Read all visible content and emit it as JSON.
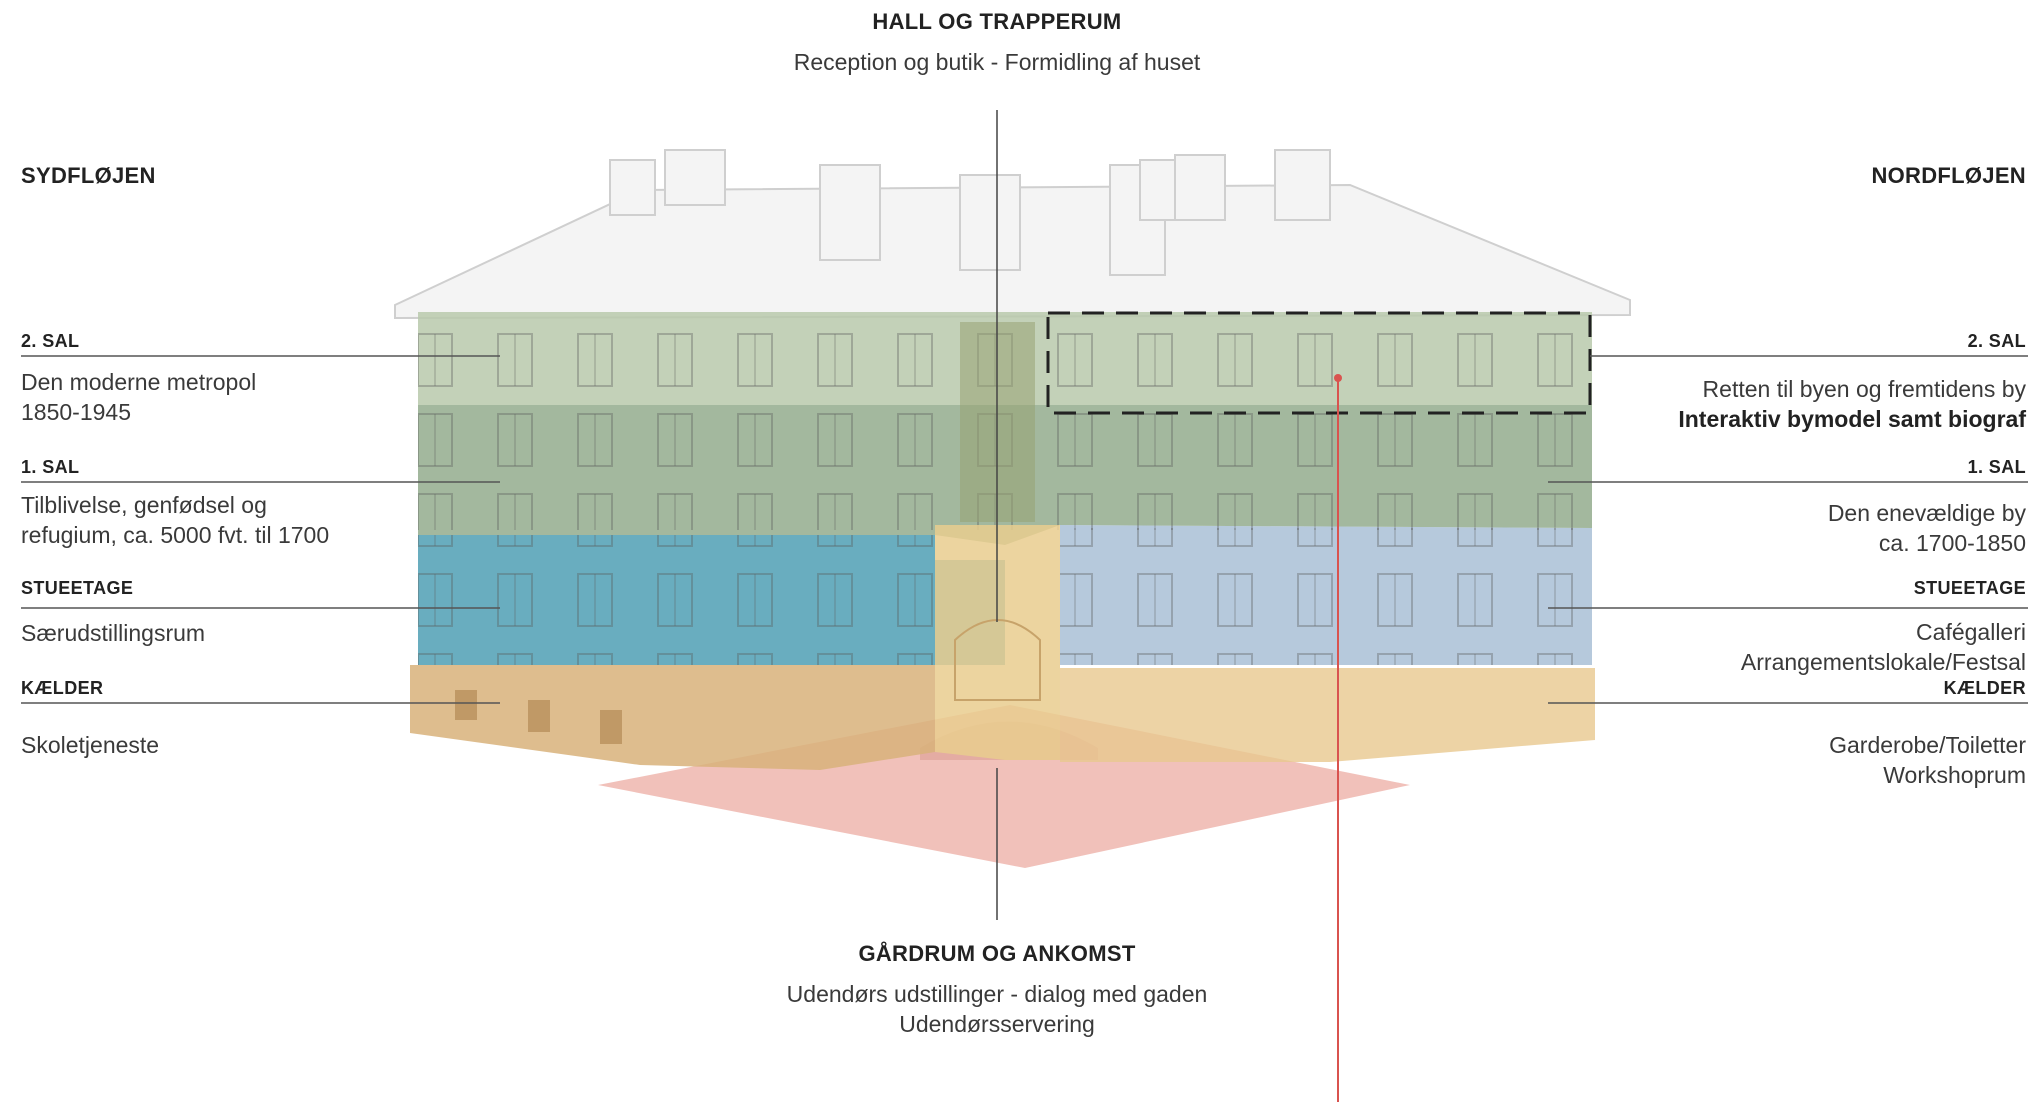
{
  "top": {
    "title": "HALL OG TRAPPERUM",
    "subtitle": "Reception og butik - Formidling af huset"
  },
  "bottom": {
    "title": "GÅRDRUM OG ANKOMST",
    "line1": "Udendørs udstillinger - dialog med gaden",
    "line2": "Udendørsservering"
  },
  "left": {
    "wing": "SYDFLØJEN",
    "levels": [
      {
        "label": "2. SAL",
        "line1": "Den moderne metropol",
        "line2": "1850-1945"
      },
      {
        "label": "1. SAL",
        "line1": "Tilblivelse, genfødsel og",
        "line2": "refugium, ca. 5000 fvt. til 1700"
      },
      {
        "label": "STUEETAGE",
        "line1": "Særudstillingsrum",
        "line2": ""
      },
      {
        "label": "KÆLDER",
        "line1": "Skoletjeneste",
        "line2": ""
      }
    ]
  },
  "right": {
    "wing": "NORDFLØJEN",
    "levels": [
      {
        "label": "2. SAL",
        "line1": "Retten til byen og fremtidens by",
        "line2": "Interaktiv bymodel samt biograf"
      },
      {
        "label": "1. SAL",
        "line1": "Den enevældige by",
        "line2": "ca. 1700-1850"
      },
      {
        "label": "STUEETAGE",
        "line1": "Cafégalleri",
        "line2": "Arrangementslokale/Festsal"
      },
      {
        "label": "KÆLDER",
        "line1": "Garderobe/Toiletter",
        "line2": "Workshoprum"
      }
    ]
  },
  "colors": {
    "floor2": "#b9c9ac",
    "floor1": "#93ab8d",
    "ground_south": "#4f9fb4",
    "ground_north": "#a9c0d6",
    "basement": "#d8b27a",
    "hall": "#e9cc8e",
    "courtyard": "#eeb1a9",
    "highlight_line": "#d9534f"
  }
}
